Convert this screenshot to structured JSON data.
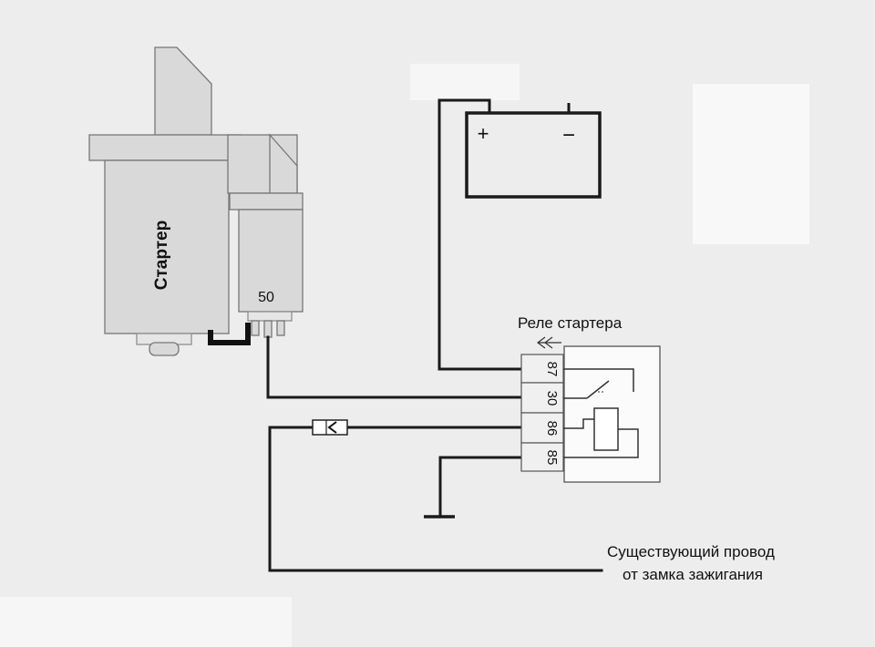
{
  "starter": {
    "label": "Стартер",
    "terminal": "50"
  },
  "battery": {
    "plus": "+",
    "minus": "−"
  },
  "relay": {
    "title": "Реле стартера",
    "pins": [
      "87",
      "30",
      "86",
      "85"
    ]
  },
  "note": {
    "line1": "Существующий провод",
    "line2": "от замка зажигания"
  },
  "colors": {
    "wire": "#1a1a1a",
    "background": "#ededed",
    "part": "#d9d9d9"
  }
}
